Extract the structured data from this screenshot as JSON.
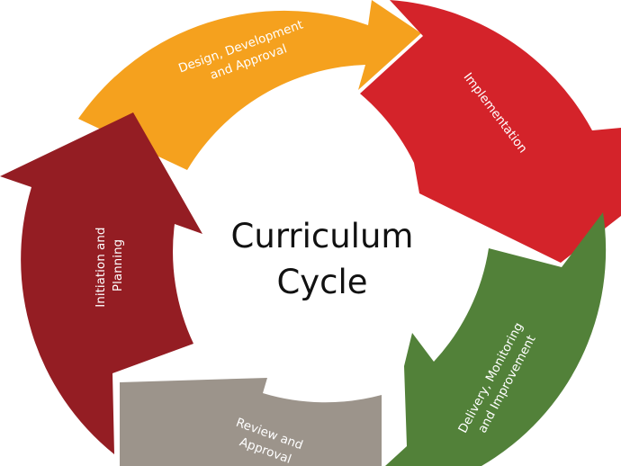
{
  "title": {
    "line1": "Curriculum",
    "line2": "Cycle"
  },
  "segments": [
    {
      "id": "design",
      "label_lines": [
        "Design, Development",
        "and Approval"
      ],
      "color": "#F5A11E"
    },
    {
      "id": "implementation",
      "label_lines": [
        "Implementation"
      ],
      "color": "#D4232A"
    },
    {
      "id": "delivery",
      "label_lines": [
        "Delivery, Monitoring",
        "and Improvement"
      ],
      "color": "#528139"
    },
    {
      "id": "review",
      "label_lines": [
        "Review and",
        "Approval"
      ],
      "color": "#9C948B"
    },
    {
      "id": "initiation",
      "label_lines": [
        "Initiation and",
        "Planning"
      ],
      "color": "#941D23"
    }
  ]
}
